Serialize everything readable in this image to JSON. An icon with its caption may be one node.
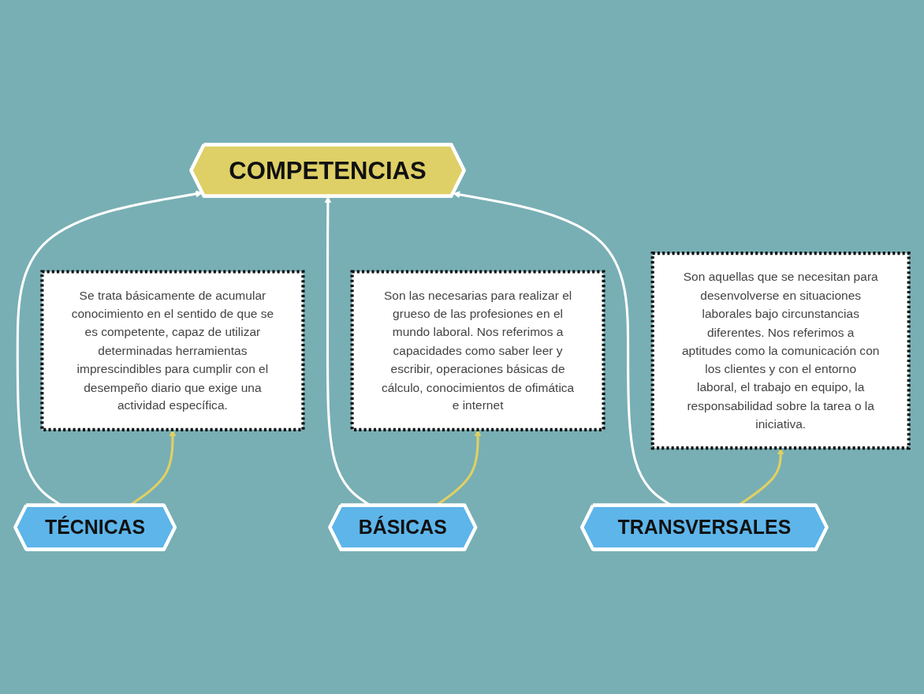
{
  "diagram": {
    "nodes": [
      {
        "text": [
          "COMPETENCIAS"
        ]
      },
      {
        "text": [
          "TÉCNICAS"
        ]
      },
      {
        "text": [
          "BÁSICAS"
        ]
      },
      {
        "text": [
          "TRANSVERSALES"
        ]
      },
      {
        "text": [
          "Se trata básicamente de acumular conocimiento en el sentido de que se es competente, capaz de utilizar determinadas herramientas imprescindibles para cumplir con el desempeño diario que exige una actividad específica."
        ]
      },
      {
        "text": [
          "Son las necesarias para realizar el grueso de las profesiones en el mundo laboral. Nos referimos a capacidades como saber leer y escribir, operaciones básicas de cálculo, conocimientos de ofimática e internet"
        ]
      },
      {
        "text": [
          "Son aquellas que se necesitan para desenvolverse en situaciones laborales bajo circunstancias diferentes. Nos referimos a aptitudes como la comunicación con los clientes y con el entorno laboral, el trabajo en equipo, la responsabilidad sobre la tarea o la iniciativa."
        ]
      }
    ],
    "edges": [
      {
        "from": 1,
        "to": 0,
        "arrow": "to",
        "color": "#ffffff"
      },
      {
        "from": 2,
        "to": 0,
        "arrow": "to",
        "color": "#ffffff"
      },
      {
        "from": 3,
        "to": 0,
        "arrow": "to",
        "color": "#ffffff"
      },
      {
        "from": 1,
        "to": 4,
        "arrow": "to",
        "color": "#e0d064"
      },
      {
        "from": 2,
        "to": 5,
        "arrow": "to",
        "color": "#e0d064"
      },
      {
        "from": 3,
        "to": 6,
        "arrow": "to",
        "color": "#e0d064"
      }
    ]
  }
}
